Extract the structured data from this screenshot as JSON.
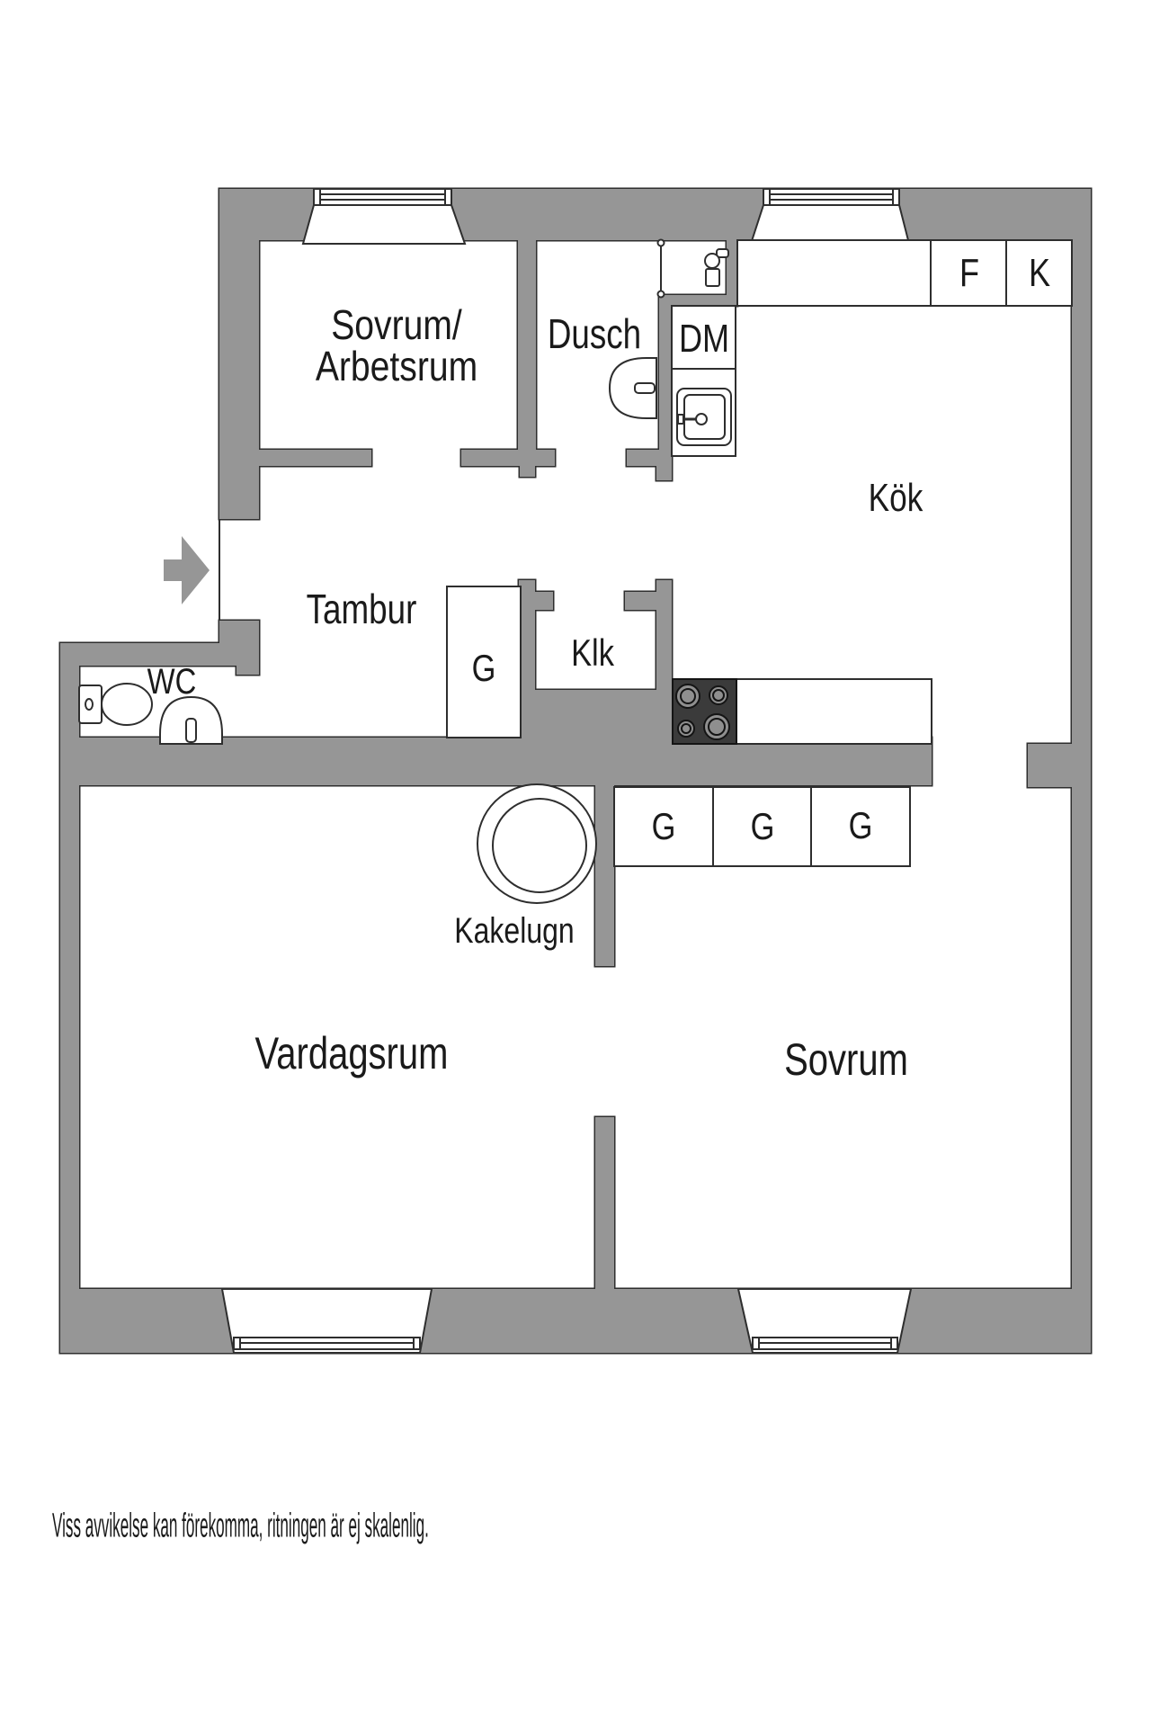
{
  "plan": {
    "labels": {
      "sovrum_arbetsrum_line1": "Sovrum/",
      "sovrum_arbetsrum_line2": "Arbetsrum",
      "dusch": "Dusch",
      "dm": "DM",
      "f": "F",
      "k": "K",
      "kok": "Kök",
      "tambur": "Tambur",
      "g": "G",
      "klk": "Klk",
      "wc": "WC",
      "kakelugn": "Kakelugn",
      "vardagsrum": "Vardagsrum",
      "sovrum": "Sovrum"
    },
    "colors": {
      "wall": "#969696",
      "line": "#2e2e2e",
      "stove": "#3b3b3b",
      "burner": "#8f8f8f",
      "bg": "#ffffff",
      "text": "#1a1a1a"
    }
  },
  "footer": {
    "disclaimer": "Viss avvikelse kan förekomma, ritningen är ej skalenlig."
  }
}
